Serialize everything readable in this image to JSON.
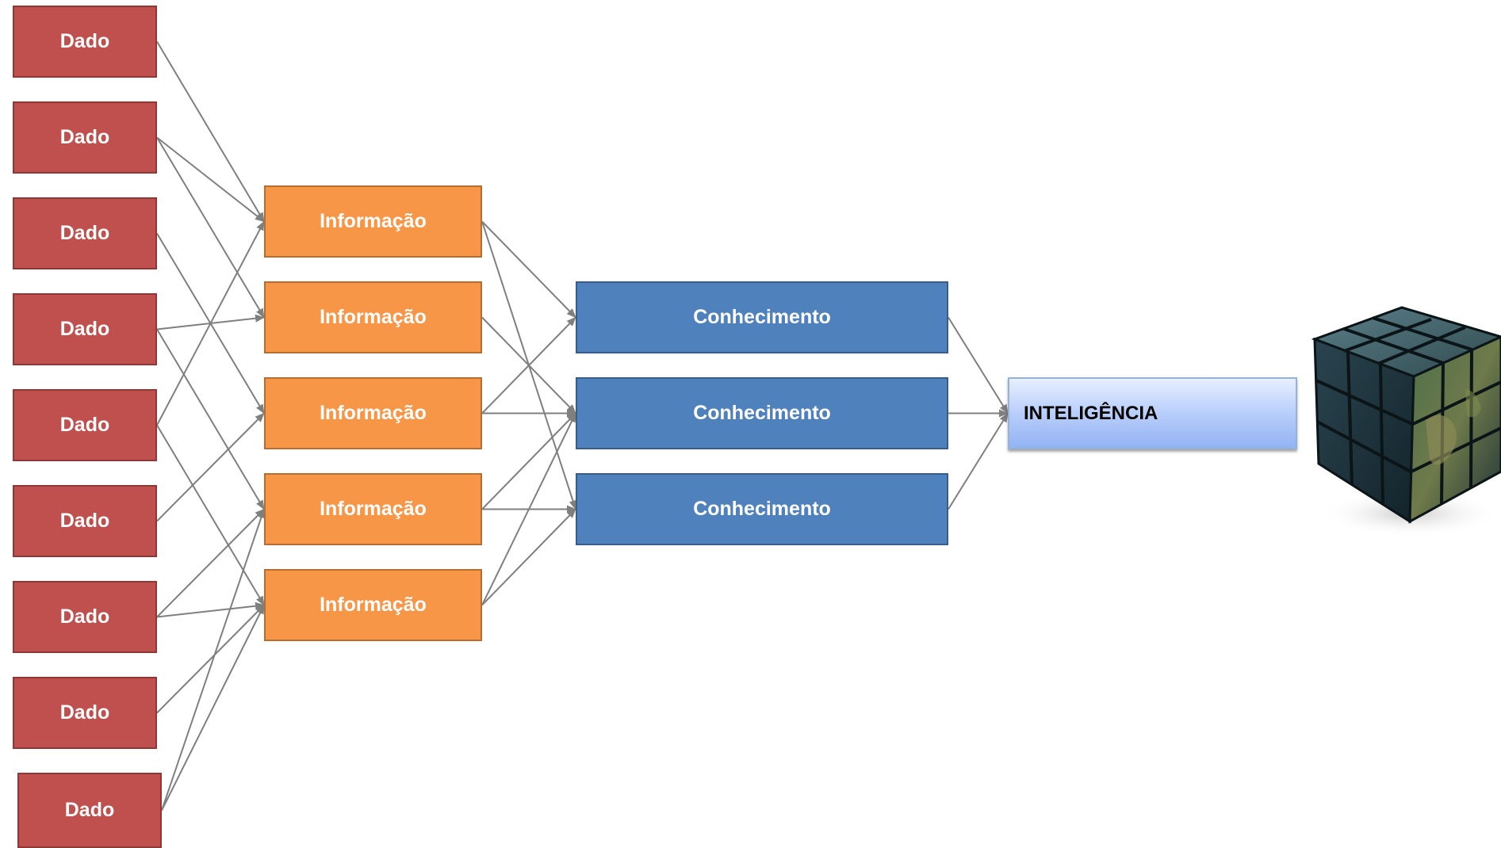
{
  "nodes": {
    "dado": [
      "Dado",
      "Dado",
      "Dado",
      "Dado",
      "Dado",
      "Dado",
      "Dado",
      "Dado",
      "Dado"
    ],
    "informacao": [
      "Informação",
      "Informação",
      "Informação",
      "Informação",
      "Informação"
    ],
    "conhecimento": [
      "Conhecimento",
      "Conhecimento",
      "Conhecimento"
    ],
    "inteligencia": "INTELIGÊNCIA"
  },
  "connections": [
    {
      "from": "dado-1",
      "to": "informacao-1"
    },
    {
      "from": "dado-2",
      "to": "informacao-1"
    },
    {
      "from": "dado-2",
      "to": "informacao-2"
    },
    {
      "from": "dado-3",
      "to": "informacao-3"
    },
    {
      "from": "dado-4",
      "to": "informacao-2"
    },
    {
      "from": "dado-4",
      "to": "informacao-4"
    },
    {
      "from": "dado-5",
      "to": "informacao-1"
    },
    {
      "from": "dado-5",
      "to": "informacao-5"
    },
    {
      "from": "dado-6",
      "to": "informacao-3"
    },
    {
      "from": "dado-7",
      "to": "informacao-4"
    },
    {
      "from": "dado-7",
      "to": "informacao-5"
    },
    {
      "from": "dado-8",
      "to": "informacao-5"
    },
    {
      "from": "dado-9",
      "to": "informacao-4"
    },
    {
      "from": "dado-9",
      "to": "informacao-5"
    },
    {
      "from": "informacao-1",
      "to": "conhecimento-1"
    },
    {
      "from": "informacao-1",
      "to": "conhecimento-3"
    },
    {
      "from": "informacao-2",
      "to": "conhecimento-2"
    },
    {
      "from": "informacao-3",
      "to": "conhecimento-1"
    },
    {
      "from": "informacao-3",
      "to": "conhecimento-2"
    },
    {
      "from": "informacao-4",
      "to": "conhecimento-2"
    },
    {
      "from": "informacao-4",
      "to": "conhecimento-3"
    },
    {
      "from": "informacao-5",
      "to": "conhecimento-2"
    },
    {
      "from": "informacao-5",
      "to": "conhecimento-3"
    },
    {
      "from": "conhecimento-1",
      "to": "inteligencia"
    },
    {
      "from": "conhecimento-2",
      "to": "inteligencia"
    },
    {
      "from": "conhecimento-3",
      "to": "inteligencia"
    }
  ],
  "colors": {
    "dado": "#c0504d",
    "informacao": "#f79646",
    "conhecimento": "#4f81bd",
    "inteligencia": "#bcd1fb",
    "arrow": "#7f7f7f"
  },
  "image": {
    "icon": "globe-rubiks-cube-icon"
  }
}
